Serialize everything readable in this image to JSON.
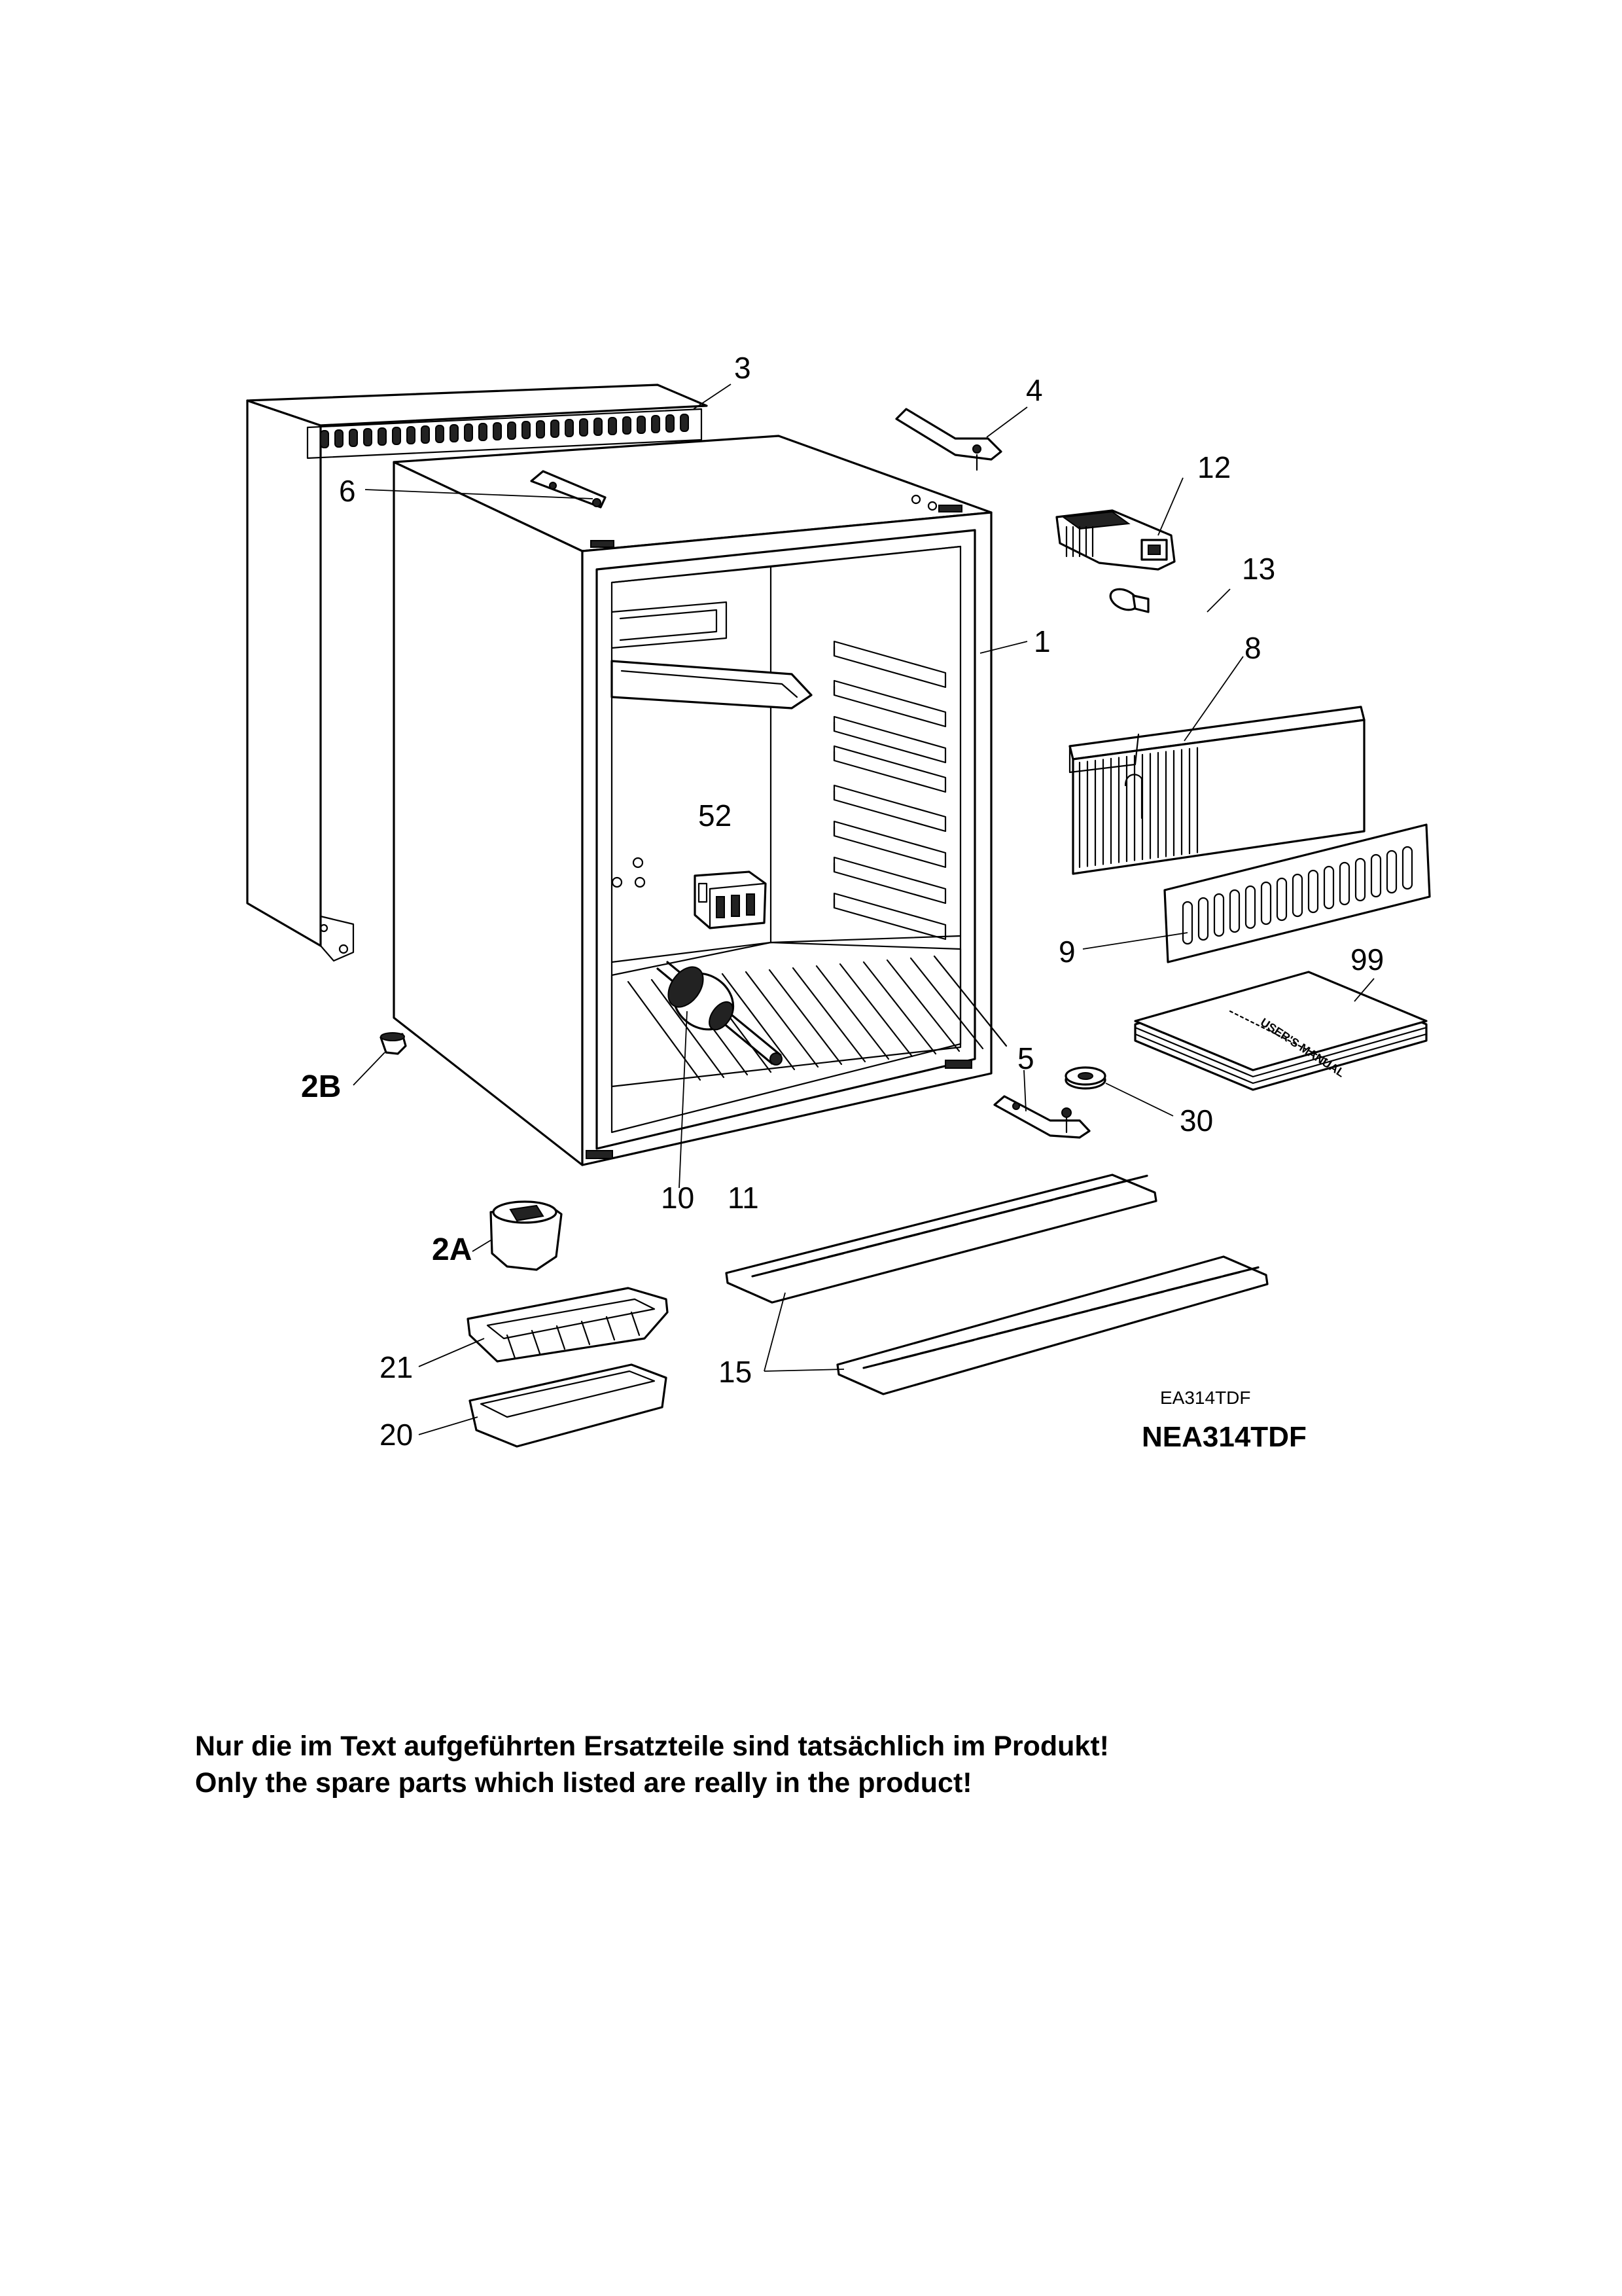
{
  "diagram": {
    "callouts": {
      "c1": "1",
      "c2A": "2A",
      "c2B": "2B",
      "c3": "3",
      "c4": "4",
      "c5": "5",
      "c6": "6",
      "c8": "8",
      "c9": "9",
      "c10": "10",
      "c11": "11",
      "c12": "12",
      "c13": "13",
      "c15": "15",
      "c20": "20",
      "c21": "21",
      "c30": "30",
      "c52": "52",
      "c99": "99"
    },
    "manual_cover": {
      "title": "USER'S MANUAL"
    },
    "drawing_code": "EA314TDF",
    "model_name": "NEA314TDF"
  },
  "notes": {
    "german": "Nur die im Text aufgeführten Ersatzteile sind tatsächlich im Produkt!",
    "english": "Only the spare parts which listed are really in the product!"
  }
}
